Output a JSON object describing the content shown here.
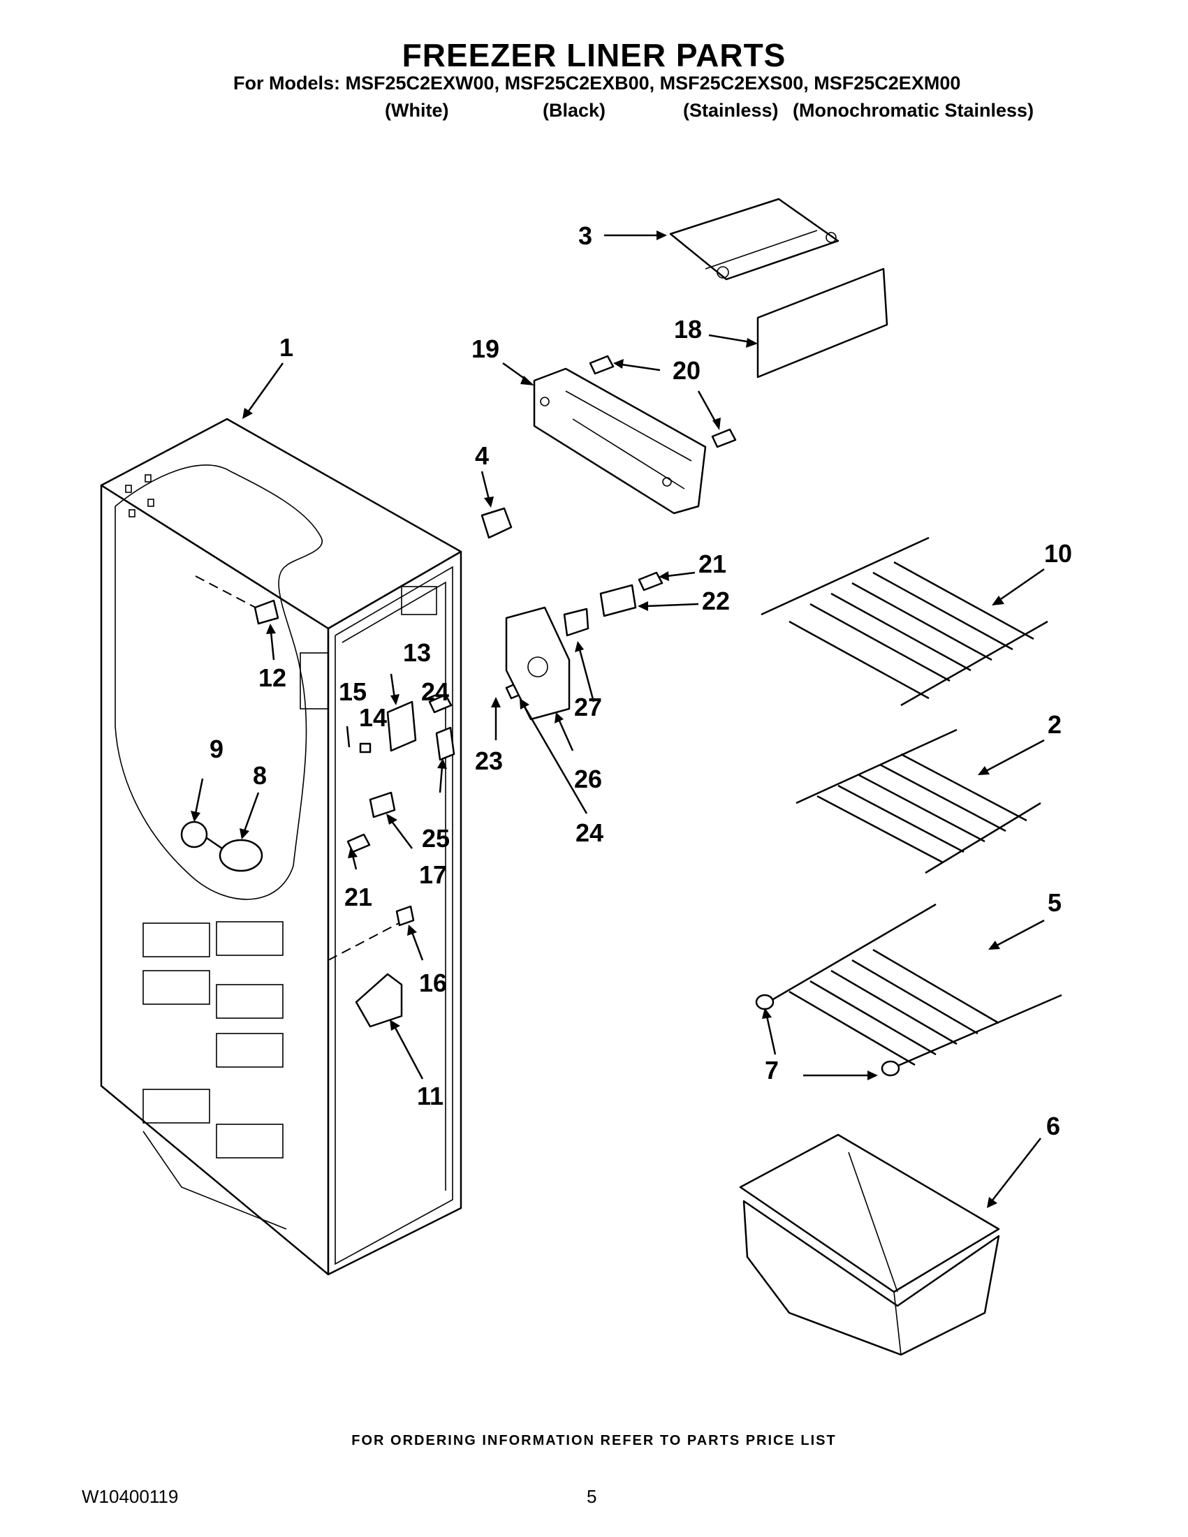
{
  "header": {
    "title": "FREEZER LINER PARTS",
    "models_line": "For Models: MSF25C2EXW00, MSF25C2EXB00, MSF25C2EXS00, MSF25C2EXM00",
    "variants": [
      "(White)",
      "(Black)",
      "(Stainless)",
      "(Monochromatic Stainless)"
    ]
  },
  "diagram": {
    "callouts": [
      "1",
      "2",
      "3",
      "4",
      "5",
      "6",
      "7",
      "7",
      "8",
      "9",
      "10",
      "11",
      "12",
      "13",
      "14",
      "15",
      "16",
      "17",
      "18",
      "19",
      "20",
      "20",
      "21",
      "21",
      "22",
      "23",
      "24",
      "24",
      "25",
      "26",
      "27"
    ]
  },
  "footer": {
    "ordering_note": "FOR ORDERING INFORMATION REFER TO PARTS PRICE LIST",
    "document_number": "W10400119",
    "page_number": "5"
  }
}
